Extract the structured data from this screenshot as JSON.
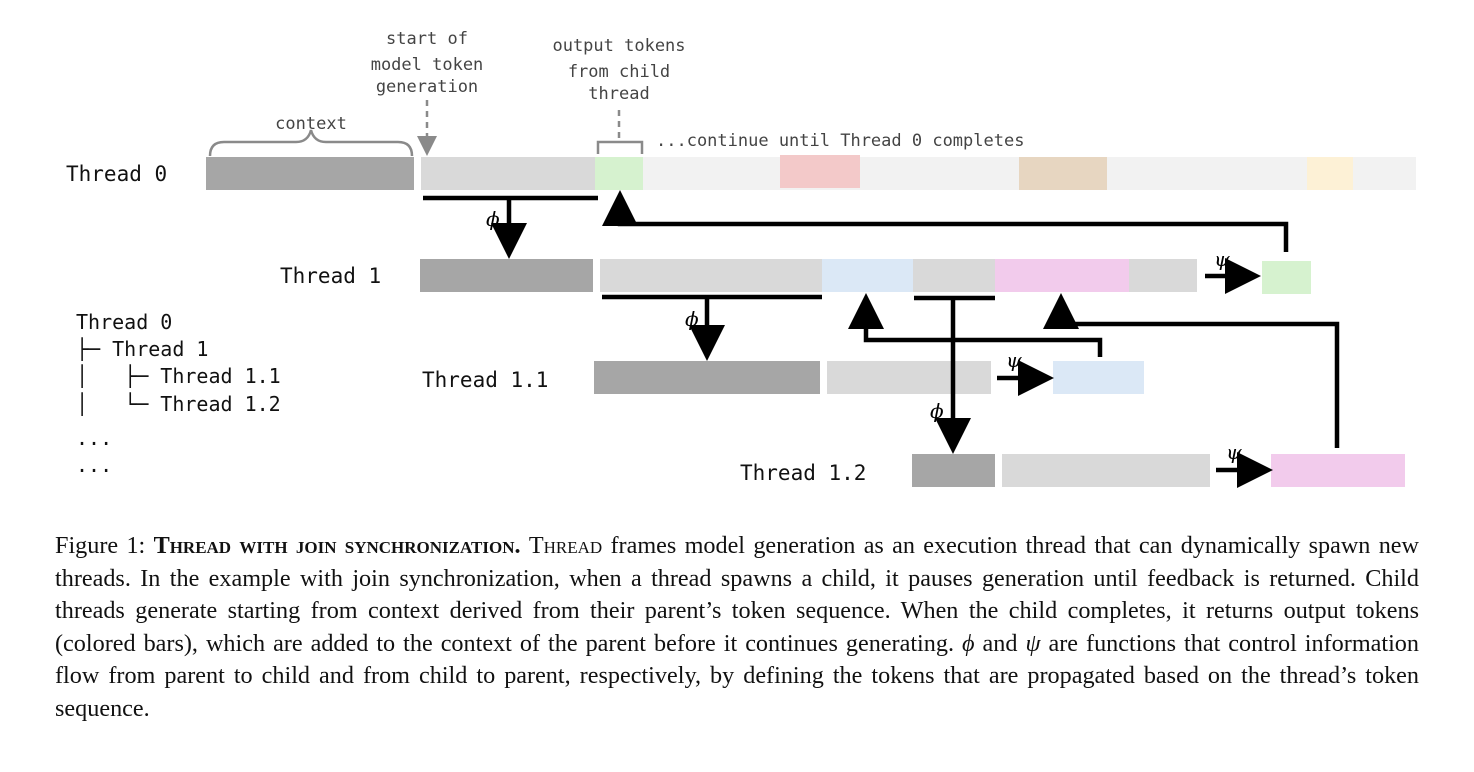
{
  "annotations": {
    "context": "context",
    "start_generation": [
      "start of",
      "model token",
      "generation"
    ],
    "output_tokens": [
      "output tokens",
      "from child",
      "thread"
    ],
    "continue": "...continue until Thread 0 completes"
  },
  "threads": {
    "t0": "Thread 0",
    "t1": "Thread 1",
    "t11": "Thread 1.1",
    "t12": "Thread 1.2"
  },
  "tree": {
    "root": "Thread 0",
    "child1": "├─ Thread 1",
    "child11": "│   ├─ Thread 1.1",
    "child12": "│   └─ Thread 1.2",
    "ellipsis1": "...",
    "ellipsis2": "..."
  },
  "symbols": {
    "phi": "ϕ",
    "psi": "ψ"
  },
  "colors": {
    "context": "#a6a6a6",
    "generated": "#d9d9d9",
    "future": "#f2f2f2",
    "green": "#d6f2cf",
    "blue": "#dbe8f6",
    "pink": "#f2cbec",
    "red": "#f3c9c9",
    "tan": "#e7d6c1",
    "yellow": "#fdf1d6"
  },
  "caption": {
    "figure_label": "Figure 1: ",
    "bold_title": "Thread with join synchronization.",
    "name": "Thread",
    "text1": " frames model generation as an execution thread that can dynamically spawn new threads. In the example with join synchronization, when a thread spawns a child, it pauses generation until feedback is returned. Child threads generate starting from context derived from their parent’s token sequence. When the child completes, it returns output tokens (colored bars), which are added to the context of the parent before it continues generating. ",
    "phi": "ϕ",
    "and": " and ",
    "psi": "ψ",
    "text2": " are functions that control information flow from parent to child and from child to parent, respectively, by defining the tokens that are propagated based on the thread’s token sequence."
  }
}
